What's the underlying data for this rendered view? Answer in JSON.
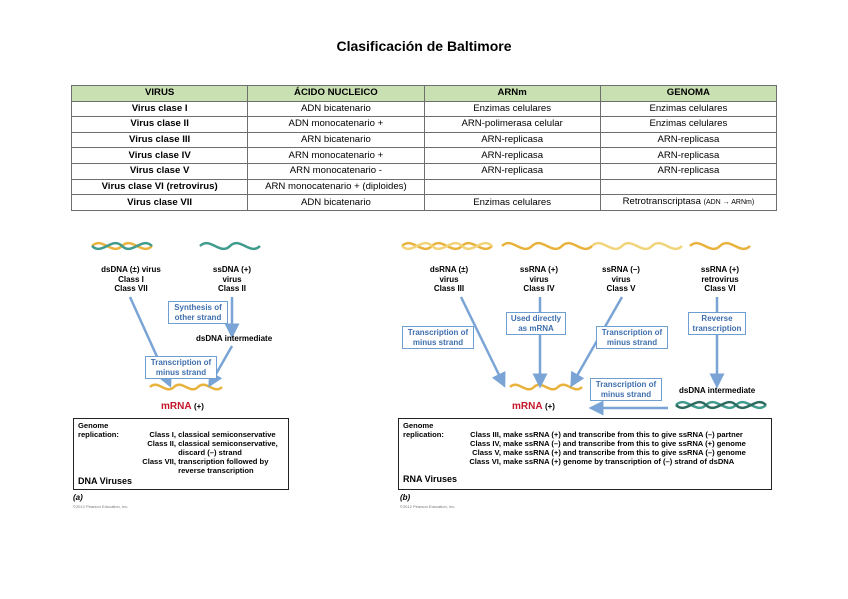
{
  "title": "Clasificación de Baltimore",
  "table": {
    "headers": [
      "VIRUS",
      "ÁCIDO NUCLEICO",
      "ARNm",
      "GENOMA"
    ],
    "rows": [
      [
        "Virus clase I",
        "ADN bicatenario",
        "Enzimas celulares",
        "Enzimas celulares"
      ],
      [
        "Virus clase II",
        "ADN monocatenario +",
        "ARN-polimerasa celular",
        "Enzimas celulares"
      ],
      [
        "Virus clase III",
        "ARN bicatenario",
        "ARN-replicasa",
        "ARN-replicasa"
      ],
      [
        "Virus clase IV",
        "ARN monocatenario +",
        "ARN-replicasa",
        "ARN-replicasa"
      ],
      [
        "Virus clase V",
        "ARN monocatenario -",
        "ARN-replicasa",
        "ARN-replicasa"
      ],
      [
        "Virus clase VI (retrovirus)",
        "ARN monocatenario + (diploides)",
        "",
        ""
      ],
      [
        "Virus clase VII",
        "ADN bicatenario",
        "Enzimas celulares",
        "Retrotranscriptasa"
      ]
    ],
    "last_genome_note": "(ADN → ARNm)"
  },
  "dna": {
    "virus1": {
      "line1": "dsDNA (±) virus",
      "line2": "Class I",
      "line3": "Class VII"
    },
    "virus2": {
      "line1": "ssDNA (+)",
      "line2": "virus",
      "line3": "Class II"
    },
    "box_synthesis": "Synthesis of other strand",
    "intermediate": "dsDNA intermediate",
    "box_transcription": "Transcription of minus strand",
    "mrna": "mRNA",
    "mrna_plus": "(+)",
    "genome_title": "Genome",
    "genome_replication": "replication:",
    "lines": [
      {
        "cls": "Class I,",
        "text": "classical semiconservative"
      },
      {
        "cls": "Class II,",
        "text": "classical semiconservative,"
      },
      {
        "cls": "",
        "text": "discard (–) strand"
      },
      {
        "cls": "Class VII,",
        "text": "transcription followed by"
      },
      {
        "cls": "",
        "text": "reverse transcription"
      }
    ],
    "footer": "DNA Viruses",
    "caption": "(a)",
    "copyright": "©2012 Pearson Education, Inc."
  },
  "rna": {
    "v3": {
      "line1": "dsRNA (±)",
      "line2": "virus",
      "line3": "Class III"
    },
    "v4": {
      "line1": "ssRNA (+)",
      "line2": "virus",
      "line3": "Class IV"
    },
    "v5": {
      "line1": "ssRNA (–)",
      "line2": "virus",
      "line3": "Class V"
    },
    "v6": {
      "line1": "ssRNA (+)",
      "line2": "retrovirus",
      "line3": "Class VI"
    },
    "box_t1": "Transcription of minus strand",
    "box_used": "Used directly as mRNA",
    "box_t2": "Transcription of minus strand",
    "box_rev": "Reverse transcription",
    "box_t3": "Transcription of minus strand",
    "intermediate": "dsDNA intermediate",
    "mrna": "mRNA",
    "mrna_plus": "(+)",
    "genome_title": "Genome",
    "genome_replication": "replication:",
    "lines": [
      {
        "cls": "Class III,",
        "text": "make ssRNA (+) and transcribe from this to give ssRNA (–) partner"
      },
      {
        "cls": "Class IV,",
        "text": "make ssRNA (–) and transcribe from this to give ssRNA (+) genome"
      },
      {
        "cls": "Class V,",
        "text": "make ssRNA (+) and transcribe from this to give ssRNA (–) genome"
      },
      {
        "cls": "Class VI,",
        "text": "make ssRNA (+) genome by transcription of (–) strand of dsDNA"
      }
    ],
    "footer": "RNA Viruses",
    "caption": "(b)",
    "copyright": "©2012 Pearson Education, Inc."
  },
  "colors": {
    "header_bg": "#c9e0b2",
    "helix_gold": "#e8b23c",
    "helix_green": "#3f9b8b",
    "arrow_blue": "#7aa4d6",
    "mrna_red": "#c4162a"
  }
}
